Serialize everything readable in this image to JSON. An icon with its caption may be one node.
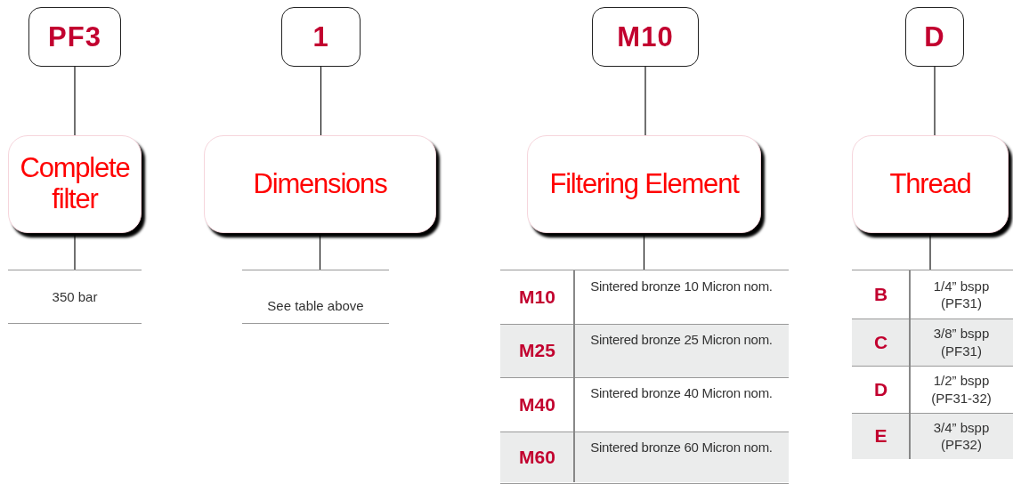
{
  "diagram": {
    "nodes": [
      {
        "text": [
          "PF3"
        ]
      },
      {
        "text": [
          "1"
        ]
      },
      {
        "text": [
          "M10"
        ]
      },
      {
        "text": [
          "D"
        ]
      },
      {
        "text": [
          "Complete filter"
        ]
      },
      {
        "text": [
          "Dimensions"
        ]
      },
      {
        "text": [
          "Filtering Element"
        ]
      },
      {
        "text": [
          "Thread"
        ]
      },
      {
        "text": [],
        "shape": "box"
      },
      {
        "text": [],
        "shape": "box"
      },
      {
        "text": [],
        "shape": "box"
      },
      {
        "text": [],
        "shape": "box"
      }
    ],
    "edges": [
      {
        "from": 0,
        "to": 4,
        "arrow": "none"
      },
      {
        "from": 1,
        "to": 5,
        "arrow": "none"
      },
      {
        "from": 2,
        "to": 6,
        "arrow": "none"
      },
      {
        "from": 3,
        "to": 7,
        "arrow": "none"
      },
      {
        "from": 4,
        "to": 8,
        "arrow": "none"
      },
      {
        "from": 5,
        "to": 9,
        "arrow": "none"
      },
      {
        "from": 6,
        "to": 10,
        "arrow": "none"
      },
      {
        "from": 7,
        "to": 11,
        "arrow": "none"
      }
    ],
    "labels": [
      "350 bar",
      "See table above",
      "M10",
      "Sintered bronze 10 Micron nom.",
      "M25",
      "Sintered bronze 25 Micron nom.",
      "M40",
      "Sintered bronze 40 Micron nom.",
      "M60",
      "Sintered bronze 60 Micron nom.",
      "B",
      "1/4” bspp (PF31)",
      "C",
      "3/8” bspp (PF31)",
      "D",
      "1/2” bspp (PF31-32)",
      "E",
      "3/4” bspp (PF32)"
    ]
  }
}
